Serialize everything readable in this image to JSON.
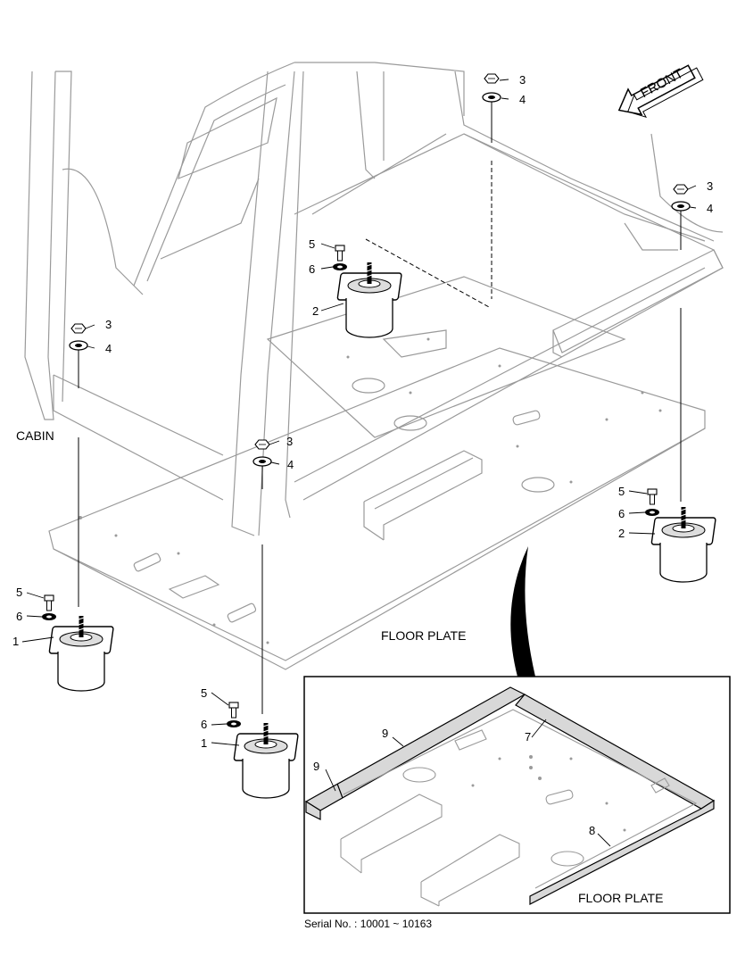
{
  "labels": {
    "cabin": "CABIN",
    "floor_plate": "FLOOR PLATE",
    "floor_plate_detail": "FLOOR PLATE",
    "front": "FRONT",
    "serial": "Serial No. : 10001 ~ 10163"
  },
  "callouts": {
    "n1": "1",
    "n2": "2",
    "n3": "3",
    "n4": "4",
    "n5": "5",
    "n6": "6",
    "n7": "7",
    "n8": "8",
    "n9": "9"
  },
  "icons": {
    "front_arrow": "front-arrow-icon",
    "mount": "rubber-mount-icon",
    "bolt": "bolt-icon",
    "nut": "nut-icon",
    "washer": "washer-icon"
  }
}
